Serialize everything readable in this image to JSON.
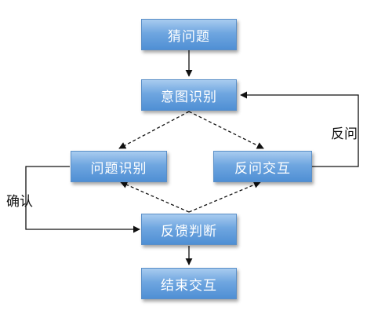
{
  "nodes": {
    "guess_question": "猜问题",
    "intent_recognition": "意图识别",
    "question_recognition": "问题识别",
    "counter_question_interaction": "反问交互",
    "feedback_judgment": "反馈判断",
    "end_interaction": "结束交互"
  },
  "edge_labels": {
    "counter_question": "反问",
    "confirm": "确认"
  }
}
